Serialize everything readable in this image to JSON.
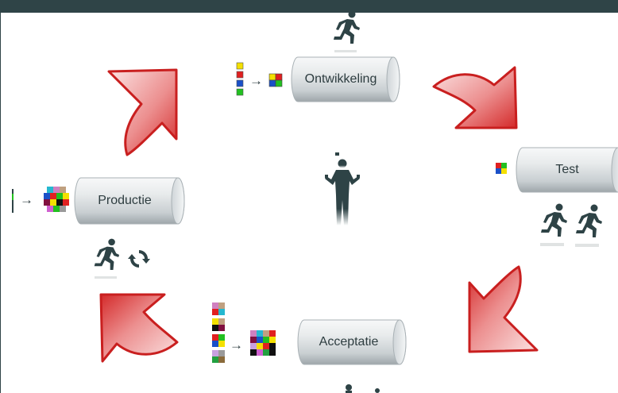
{
  "stages": {
    "ontwikkeling": "Ontwikkeling",
    "test": "Test",
    "acceptatie": "Acceptatie",
    "productie": "Productie"
  },
  "colors": {
    "header": "#2f4447",
    "figure": "#2e4346",
    "arrow_red": "#d42a2a",
    "arrow_light": "#f2b8b8",
    "cylinder_light": "#f4f5f6",
    "cylinder_dark": "#9ea6aa"
  },
  "arrow_glyph": "→",
  "icons": [
    "running-person-icon",
    "juggler-icon",
    "refresh-icon",
    "color-tile-icon",
    "curved-arrow-icon"
  ]
}
